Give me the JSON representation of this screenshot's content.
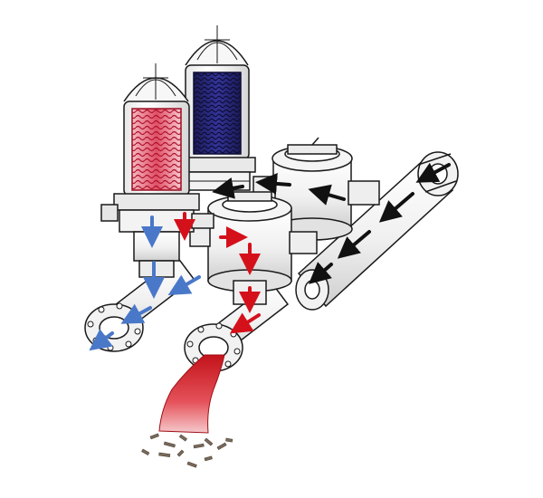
{
  "diagram": {
    "colors": {
      "outline": "#1a1a1a",
      "metal": "#f2f2f2",
      "shadow": "#c9c9c9",
      "dirty_flow": "#d4111b",
      "clean_flow": "#4a78c9",
      "inlet_flow": "#111111",
      "red_filter_media": "#d8223a",
      "blue_filter_media": "#27277a",
      "debris": "#7a6a5a"
    },
    "components": [
      {
        "id": "filter-unit-backflushing",
        "icon": "disc-filter-red-media"
      },
      {
        "id": "filter-unit-filtering",
        "icon": "disc-filter-blue-media"
      },
      {
        "id": "backflush-valve-front",
        "icon": "three-way-valve"
      },
      {
        "id": "backflush-valve-rear",
        "icon": "three-way-valve"
      },
      {
        "id": "inlet-manifold",
        "icon": "pipe"
      },
      {
        "id": "outlet-manifold",
        "icon": "flanged-pipe"
      },
      {
        "id": "drain-manifold",
        "icon": "flanged-pipe"
      }
    ]
  }
}
